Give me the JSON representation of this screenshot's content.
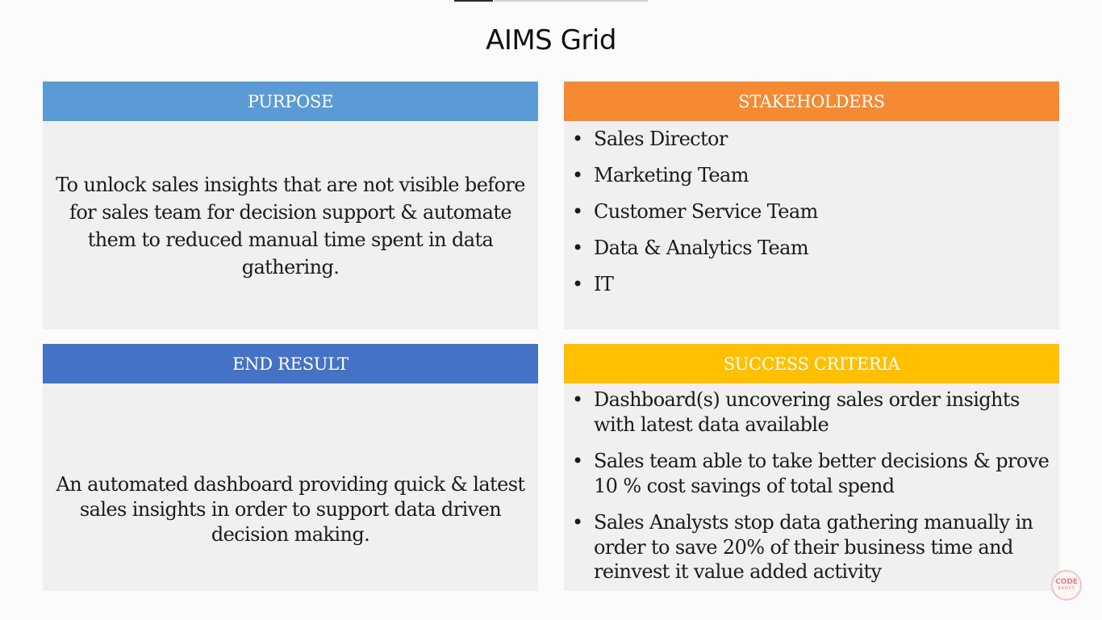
{
  "title": "AIMS Grid",
  "colors": {
    "purpose_header": "#5b9bd5",
    "stakeholders_header": "#f58a32",
    "end_result_header": "#4472c4",
    "success_header": "#ffc000",
    "panel_background": "#f0f0f0"
  },
  "purpose": {
    "heading": "PURPOSE",
    "text": "To unlock sales insights that are not visible before for sales team for decision support & automate them to reduced manual time spent in data gathering."
  },
  "stakeholders": {
    "heading": "STAKEHOLDERS",
    "items": [
      "Sales Director",
      "Marketing Team",
      "Customer Service Team",
      "Data & Analytics Team",
      "IT"
    ]
  },
  "end_result": {
    "heading": "END RESULT",
    "text": "An automated dashboard providing quick & latest sales insights in order to support data driven decision making."
  },
  "success_criteria": {
    "heading": "SUCCESS CRITERIA",
    "items": [
      "Dashboard(s) uncovering sales order insights with latest data available",
      "Sales team able to take better decisions & prove 10 % cost savings of total spend",
      "Sales Analysts stop data gathering manually in order to save 20% of their business time and reinvest it value added activity"
    ]
  },
  "logo": {
    "line1": "CODE",
    "line2": "BASICS"
  }
}
